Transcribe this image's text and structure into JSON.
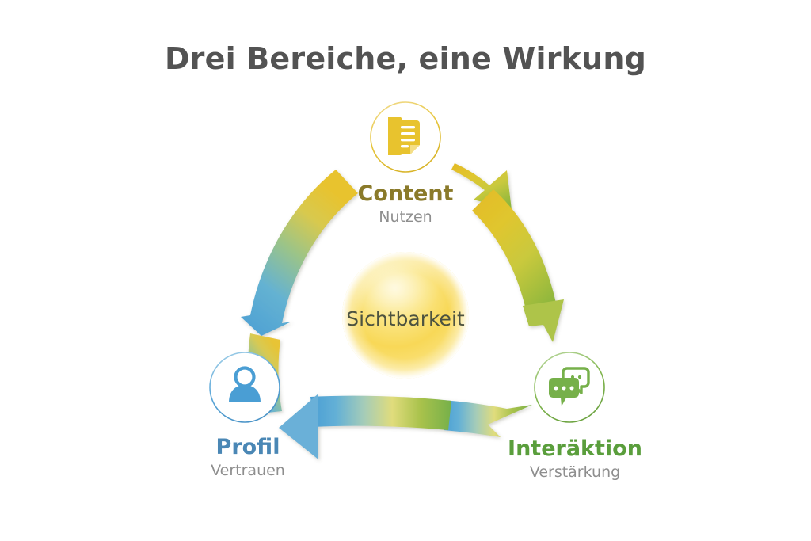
{
  "page": {
    "title": "Drei Bereiche, eine Wirkung",
    "background_color": "#ffffff"
  },
  "center": {
    "label": "Sichtbarkeit",
    "text_color": "#4d5340",
    "sphere_color": "#f7d552"
  },
  "nodes": [
    {
      "id": "content",
      "title": "Content",
      "subtitle": "Nutzen",
      "icon": "document-icon",
      "color": "#e8c32e",
      "title_color": "#8a7a2a",
      "subtitle_color": "#8e8e8e"
    },
    {
      "id": "profil",
      "title": "Profil",
      "subtitle": "Vertrauen",
      "icon": "person-icon",
      "color": "#4a9ed4",
      "title_color": "#4a87b5",
      "subtitle_color": "#8e8e8e"
    },
    {
      "id": "interaktion",
      "title": "Interäktion",
      "subtitle": "Verstärkung",
      "icon": "speech-bubbles-icon",
      "color": "#76b04a",
      "title_color": "#5a9e3c",
      "subtitle_color": "#8e8e8e"
    }
  ],
  "arrows": [
    {
      "id": "profil-to-content",
      "from": "profil",
      "to": "content",
      "direction": "up-right",
      "gradient_from": "#4a9ed4",
      "gradient_to": "#e8c32e"
    },
    {
      "id": "content-to-interaktion",
      "from": "content",
      "to": "interaktion",
      "direction": "down-right",
      "gradient_from": "#e8c32e",
      "gradient_to": "#8fb73e"
    },
    {
      "id": "interaktion-to-profil",
      "from": "interaktion",
      "to": "profil",
      "direction": "left",
      "gradient_from": "#76b04a",
      "gradient_to": "#4a9ed4"
    }
  ]
}
